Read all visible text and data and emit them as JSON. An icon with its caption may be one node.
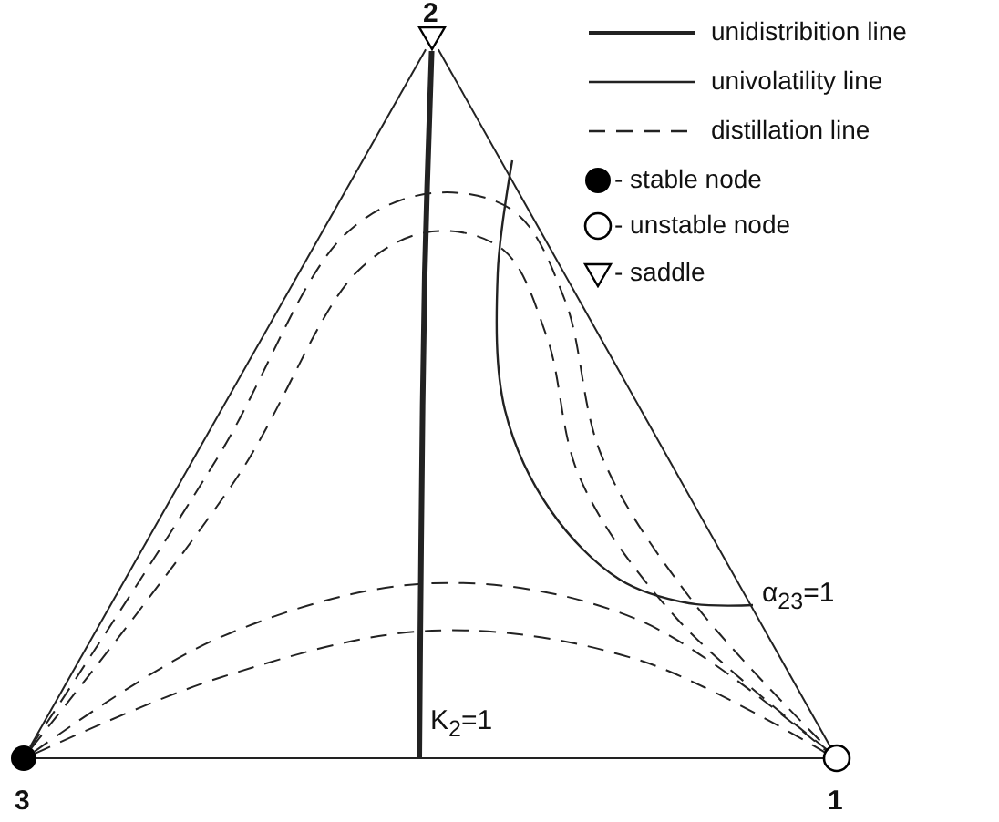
{
  "diagram": {
    "nodes": [
      {
        "text": [
          "2"
        ]
      },
      {
        "text": [
          "3"
        ]
      },
      {
        "text": [
          "1"
        ]
      }
    ],
    "edges": [
      {
        "from": 0,
        "to": 1,
        "arrow": "none"
      },
      {
        "from": 1,
        "to": 2,
        "arrow": "none"
      },
      {
        "from": 2,
        "to": 0,
        "arrow": "none"
      },
      {
        "from": 1,
        "to": 2,
        "arrow": "none",
        "style": "dashed"
      },
      {
        "from": 1,
        "to": 2,
        "arrow": "none",
        "style": "dashed"
      },
      {
        "from": 1,
        "to": 2,
        "arrow": "none",
        "style": "dashed"
      },
      {
        "from": 1,
        "to": 2,
        "arrow": "none",
        "style": "dashed"
      },
      {
        "from": 0,
        "to": null,
        "arrow": "none",
        "style": "thick"
      }
    ],
    "labels": [
      "α$_{23}$=1",
      "K$_{2}$=1"
    ],
    "legend": [
      {
        "text": "unidistribition line"
      },
      {
        "text": "univolatility line"
      },
      {
        "text": "distillation line"
      },
      {
        "text": "- stable node"
      },
      {
        "text": "- unstable node"
      },
      {
        "text": "- saddle"
      }
    ]
  }
}
